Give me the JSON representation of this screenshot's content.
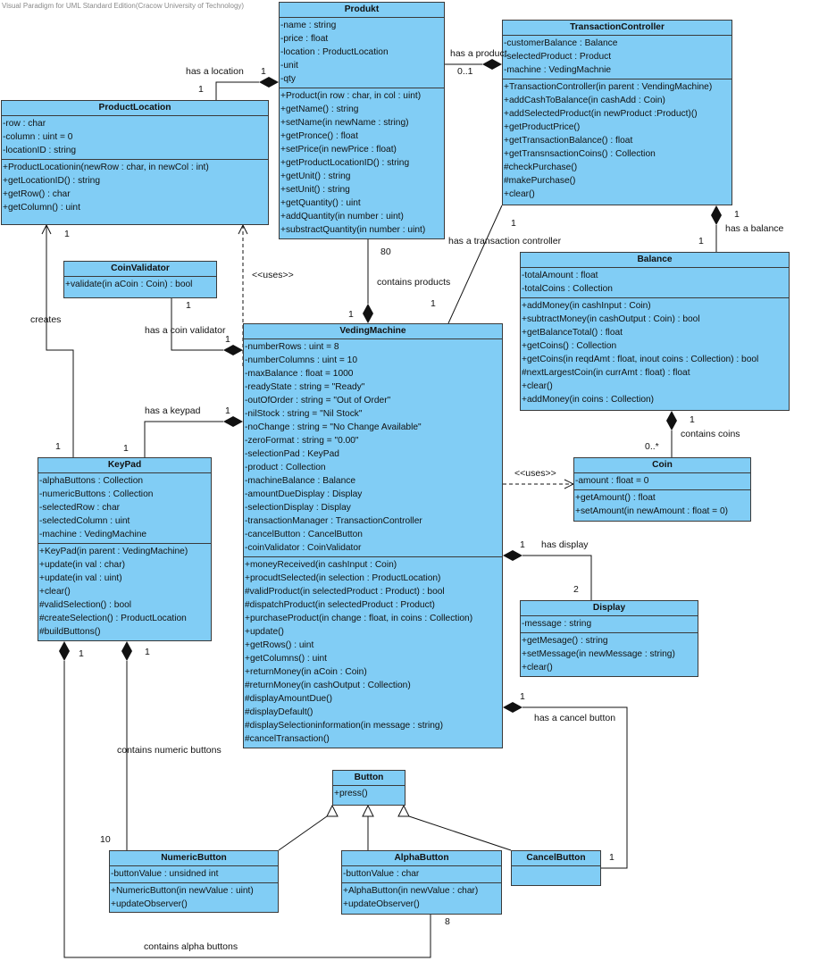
{
  "watermark": "Visual Paradigm for UML Standard Edition(Cracow University of Technology)",
  "classes": {
    "produkt": {
      "name": "Produkt",
      "attributes": [
        "-name : string",
        "-price : float",
        "-location : ProductLocation",
        "-unit",
        "-qty"
      ],
      "operations": [
        "+Product(in row : char, in col : uint)",
        "+getName() : string",
        "+setName(in newName : string)",
        "+getPronce() : float",
        "+setPrice(in newPrice : float)",
        "+getProductLocationID() : string",
        "+getUnit() : string",
        "+setUnit() : string",
        "+getQuantity() : uint",
        "+addQuantity(in number : uint)",
        "+substractQuantity(in number : uint)"
      ]
    },
    "transactionController": {
      "name": "TransactionController",
      "attributes": [
        "-customerBalance : Balance",
        "-selectedProduct : Product",
        "-machine : VedingMachnie"
      ],
      "operations": [
        "+TransactionController(in parent : VendingMachine)",
        "+addCashToBalance(in cashAdd : Coin)",
        "+addSelectedProduct(in newProduct :Product)()",
        "+getProductPrice()",
        "+getTransactionBalance() : float",
        "+getTransnsactionCoins() : Collection",
        "#checkPurchase()",
        "#makePurchase()",
        "+clear()"
      ]
    },
    "productLocation": {
      "name": "ProductLocation",
      "attributes": [
        "-row : char",
        "-column : uint = 0",
        "-locationID : string"
      ],
      "operations": [
        "+ProductLocationin(newRow : char, in newCol : int)",
        "+getLocationID() : string",
        "+getRow() : char",
        "+getColumn() : uint"
      ]
    },
    "coinValidator": {
      "name": "CoinValidator",
      "attributes": [],
      "operations": [
        "+validate(in aCoin : Coin) : bool"
      ]
    },
    "balance": {
      "name": "Balance",
      "attributes": [
        "-totalAmount : float",
        "-totalCoins : Collection"
      ],
      "operations": [
        "+addMoney(in cashInput : Coin)",
        "+subtractMoney(in cashOutput : Coin) : bool",
        "+getBalanceTotal() : float",
        "+getCoins() : Collection",
        "+getCoins(in reqdAmt : float, inout coins : Collection) : bool",
        "#nextLargestCoin(in currAmt : float) : float",
        "+clear()",
        "+addMoney(in coins : Collection)"
      ]
    },
    "vedingMachine": {
      "name": "VedingMachine",
      "attributes": [
        "-numberRows : uint = 8",
        "-numberColumns : uint = 10",
        "-maxBalance : float = 1000",
        "-readyState : string = \"Ready\"",
        "-outOfOrder : string = \"Out of Order\"",
        "-nilStock : string = \"Nil Stock\"",
        "-noChange : string = \"No Change Available\"",
        "-zeroFormat : string = \"0.00\"",
        "-selectionPad : KeyPad",
        "-product : Collection",
        "-machineBalance : Balance",
        "-amountDueDisplay : Display",
        "-selectionDisplay : Display",
        "-transactionManager : TransactionController",
        "-cancelButton : CancelButton",
        "-coinValidator : CoinValidator"
      ],
      "operations": [
        "+moneyReceived(in cashInput : Coin)",
        "+procudtSelected(in selection : ProductLocation)",
        "#validProduct(in selectedProduct : Product) : bool",
        "#dispatchProduct(in selectedProduct : Product)",
        "+purchaseProduct(in change : float, in coins : Collection)",
        "+update()",
        "+getRows() : uint",
        "+getColumns() : uint",
        "+returnMoney(in aCoin : Coin)",
        "#returnMoney(in cashOutput : Collection)",
        "#displayAmountDue()",
        "#displayDefault()",
        "#displaySelectioninformation(in message : string)",
        "#cancelTransaction()"
      ]
    },
    "keyPad": {
      "name": "KeyPad",
      "attributes": [
        "-alphaButtons : Collection",
        "-numericButtons : Collection",
        "-selectedRow : char",
        "-selectedColumn : uint",
        "-machine : VedingMachine"
      ],
      "operations": [
        "+KeyPad(in parent : VedingMachine)",
        "+update(in val : char)",
        "+update(in val : uint)",
        "+clear()",
        "#validSelection() : bool",
        "#createSelection() : ProductLocation",
        "#buildButtons()"
      ]
    },
    "coin": {
      "name": "Coin",
      "attributes": [
        "-amount : float = 0"
      ],
      "operations": [
        "+getAmount() : float",
        "+setAmount(in newAmount : float = 0)"
      ]
    },
    "display": {
      "name": "Display",
      "attributes": [
        "-message : string"
      ],
      "operations": [
        "+getMesage() : string",
        "+setMessage(in newMessage : string)",
        "+clear()"
      ]
    },
    "button": {
      "name": "Button",
      "attributes": [],
      "operations": [
        "+press()"
      ]
    },
    "numericButton": {
      "name": "NumericButton",
      "attributes": [
        "-buttonValue : unsidned int"
      ],
      "operations": [
        "+NumericButton(in newValue : uint)",
        "+updateObserver()"
      ]
    },
    "alphaButton": {
      "name": "AlphaButton",
      "attributes": [
        "-buttonValue : char"
      ],
      "operations": [
        "+AlphaButton(in newValue : char)",
        "+updateObserver()"
      ]
    },
    "cancelButton": {
      "name": "CancelButton",
      "attributes": [],
      "operations": []
    }
  },
  "labels": {
    "has_location": "has a location",
    "has_location_m1": "1",
    "has_location_m2": "1",
    "has_product": "has a product",
    "has_product_m1": "0..1",
    "contains_products": "contains products",
    "contains_products_m1": "80",
    "contains_products_m2": "1",
    "has_transaction_controller": "has a transaction controller",
    "has_transaction_controller_m1": "1",
    "has_transaction_controller_m2": "1",
    "has_balance": "has a balance",
    "has_balance_m1": "1",
    "has_balance_m2": "1",
    "contains_coins": "contains coins",
    "contains_coins_m1": "1",
    "contains_coins_m2": "0..*",
    "uses_1": "<<uses>>",
    "uses_2": "<<uses>>",
    "creates": "creates",
    "creates_m1": "1",
    "creates_m2": "1",
    "has_coin_validator": "has a coin validator",
    "has_coin_validator_m1": "1",
    "has_coin_validator_m2": "1",
    "has_keypad": "has a keypad",
    "has_keypad_m1": "1",
    "has_keypad_m2": "1",
    "has_display": "has display",
    "has_display_m1": "1",
    "has_display_m2": "2",
    "has_cancel_button": "has a cancel button",
    "has_cancel_button_m1": "1",
    "has_cancel_button_m2": "1",
    "contains_numeric_buttons": "contains numeric buttons",
    "contains_numeric_m1": "1",
    "contains_numeric_m2": "10",
    "contains_alpha_buttons": "contains alpha buttons",
    "contains_alpha_m1": "1",
    "contains_alpha_m2": "8"
  }
}
